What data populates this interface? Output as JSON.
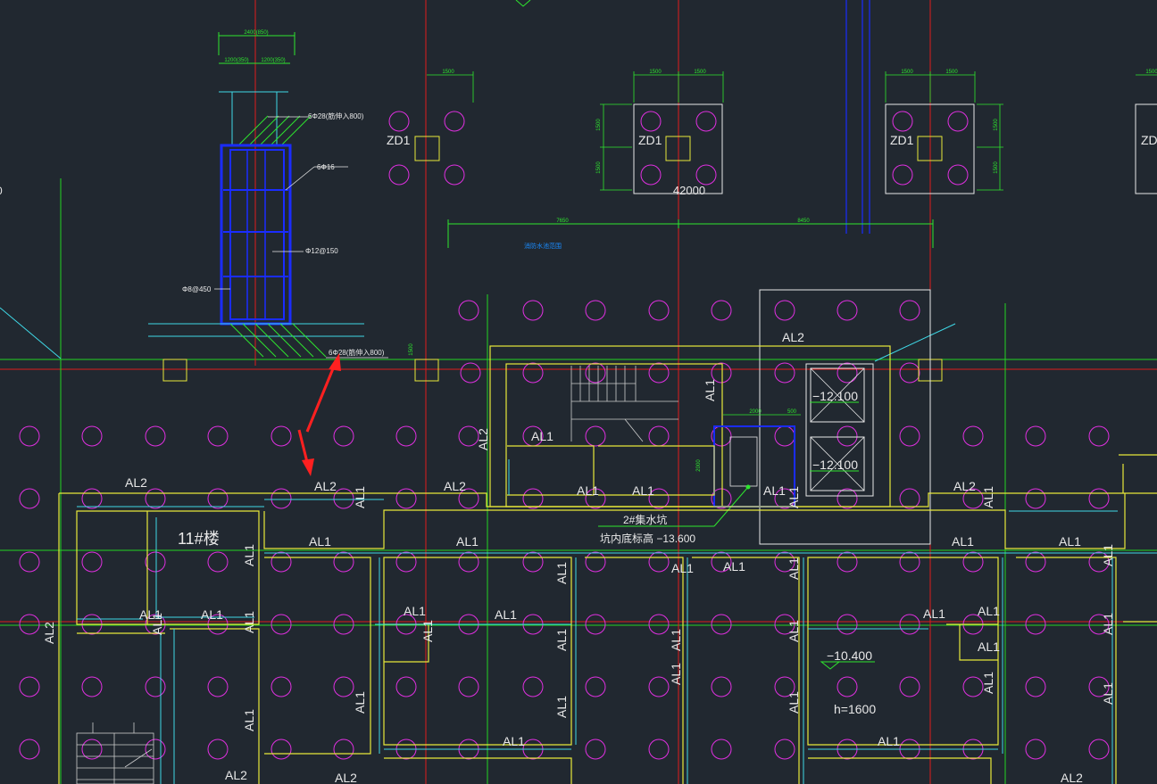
{
  "colors": {
    "background": "#212830",
    "beam_yellow": "#e8e83a",
    "beam_cyan": "#3fd8e6",
    "axis_red": "#e01c1c",
    "axis_green": "#22d322",
    "pile_magenta": "#e030e0",
    "rebar_blue": "#1a2cff",
    "dimension_green": "#2ee62e",
    "arrow_red": "#ff2020",
    "white": "#e8e8e8"
  },
  "detail_section": {
    "dim_total": "2400(850)",
    "dim_left": "1200(350)",
    "dim_right": "1200(350)",
    "top_rebar": "6Φ28(筋伸入800)",
    "side_rebar": "6Φ16",
    "stirrup": "Φ12@150",
    "tie": "Φ8@450",
    "bottom_rebar": "6Φ28(筋伸入800)"
  },
  "pile_caps": {
    "label": "ZD1",
    "dim_1500": "1500",
    "elevation": "42000"
  },
  "dimension_line": {
    "left": "7650",
    "right": "8450",
    "note": "消防水池范围"
  },
  "beams": {
    "AL1": "AL1",
    "AL2": "AL2"
  },
  "building": {
    "name": "11#楼"
  },
  "pump_pit": {
    "name": "2#集水坑",
    "bottom_elevation": "坑内底标高 −13.600",
    "elev_1": "−12.100",
    "elev_2": "−12.100",
    "dim_2000": "2000",
    "dim_500": "500",
    "dim_2000b": "2000"
  },
  "floor": {
    "elevation": "−10.400",
    "thickness": "h=1600"
  },
  "left_edge_text": "0",
  "small_dim": "1500"
}
